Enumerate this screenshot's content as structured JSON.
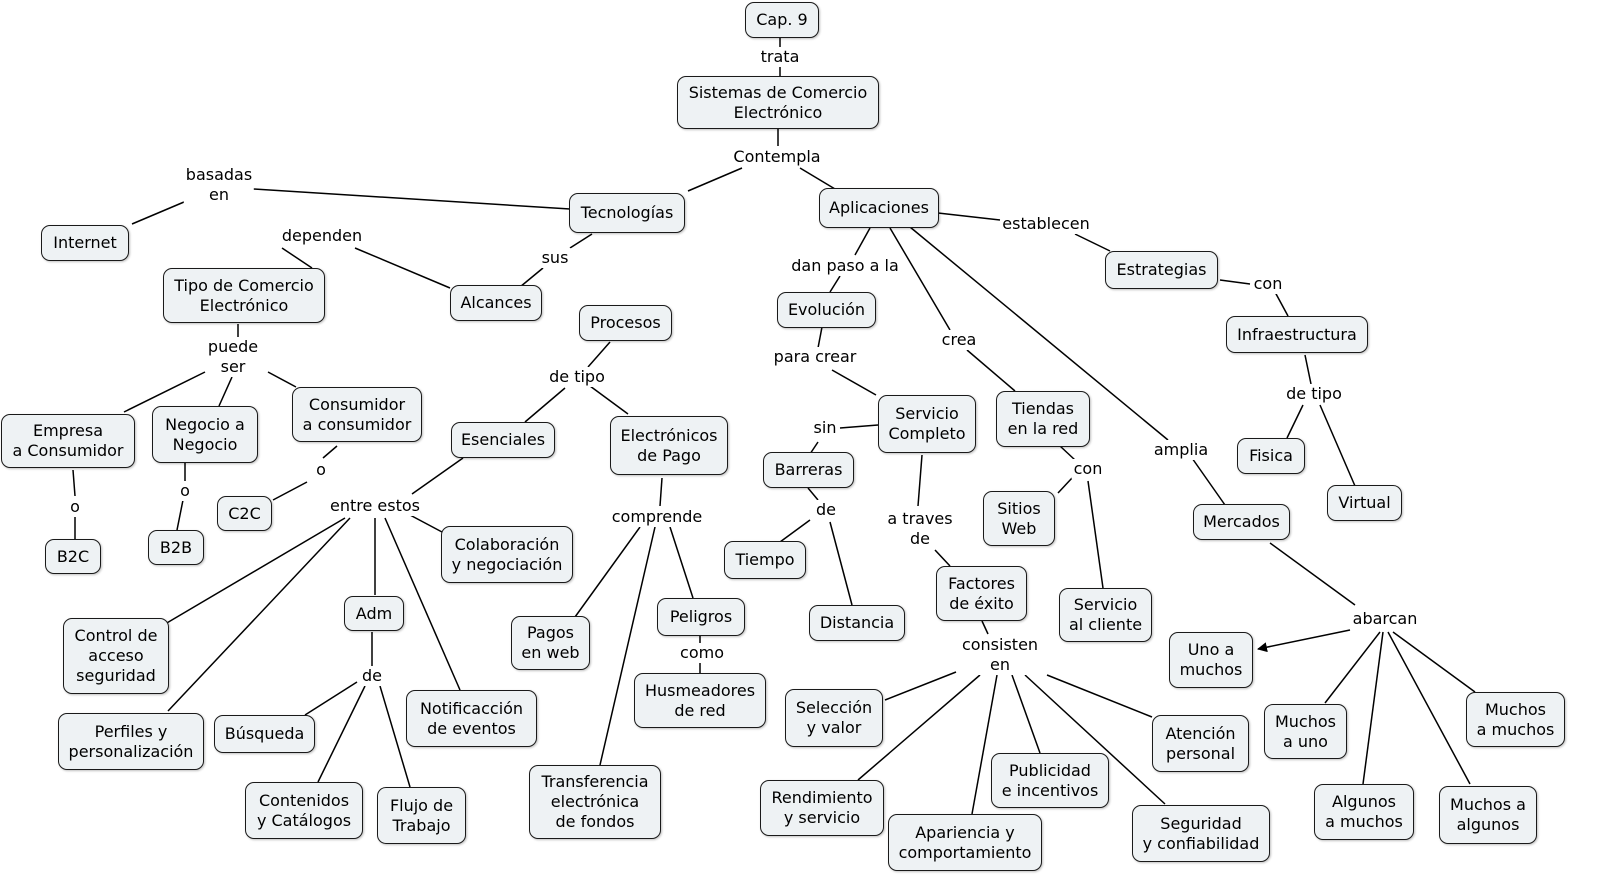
{
  "map": {
    "nodes": {
      "cap9": "Cap. 9",
      "sistemas": "Sistemas de Comercio\nElectrónico",
      "tecnologias": "Tecnologías",
      "aplicaciones": "Aplicaciones",
      "internet": "Internet",
      "tipo": "Tipo de Comercio\nElectrónico",
      "alcances": "Alcances",
      "procesos": "Procesos",
      "evolucion": "Evolución",
      "estrategias": "Estrategias",
      "infraestructura": "Infraestructura",
      "empresa": "Empresa\na Consumidor",
      "negocio": "Negocio a\nNegocio",
      "consumidor": "Consumidor\na consumidor",
      "c2c": "C2C",
      "b2c": "B2C",
      "b2b": "B2B",
      "esenciales": "Esenciales",
      "electronicos": "Electrónicos\nde Pago",
      "servicio_completo": "Servicio\nCompleto",
      "tiendas": "Tiendas\nen la red",
      "barreras": "Barreras",
      "fisica": "Fisica",
      "virtual": "Virtual",
      "sitios": "Sitios\nWeb",
      "mercados": "Mercados",
      "colaboracion": "Colaboración\ny negociación",
      "control": "Control de\nacceso\nseguridad",
      "adm": "Adm",
      "tiempo": "Tiempo",
      "distancia": "Distancia",
      "factores": "Factores\nde éxito",
      "servicio_cliente": "Servicio\nal cliente",
      "pagos_web": "Pagos\nen web",
      "peligros": "Peligros",
      "uno_muchos": "Uno a\nmuchos",
      "husmeadores": "Husmeadores\nde red",
      "perfiles": "Perfiles y\npersonalización",
      "busqueda": "Búsqueda",
      "notificaccion": "Notificacción\nde eventos",
      "seleccion": "Selección\ny valor",
      "atencion": "Atención\npersonal",
      "muchos_uno": "Muchos\na uno",
      "muchos_muchos": "Muchos\na muchos",
      "publicidad": "Publicidad\ne incentivos",
      "transferencia": "Transferencia\nelectrónica\nde fondos",
      "rendimiento": "Rendimiento\ny servicio",
      "contenidos": "Contenidos\ny Catálogos",
      "flujo": "Flujo de\nTrabajo",
      "algunos_muchos": "Algunos\na muchos",
      "muchos_algunos": "Muchos a\nalgunos",
      "seguridad": "Seguridad\ny confiabilidad",
      "apariencia": "Apariencia y\ncomportamiento"
    },
    "links": {
      "trata": "trata",
      "contempla": "Contempla",
      "basadas": "basadas\nen",
      "dependen": "dependen",
      "sus": "sus",
      "establecen": "establecen",
      "dan_paso": "dan paso a la",
      "con_estr": "con",
      "puede_ser": "puede\nser",
      "crea": "crea",
      "para_crear": "para crear",
      "de_tipo_proc": "de tipo",
      "de_tipo_infra": "de tipo",
      "amplia": "amplia",
      "sin": "sin",
      "con_tiendas": "con",
      "o_consumidor": "o",
      "o_negocio": "o",
      "o_empresa": "o",
      "entre_estos": "entre estos",
      "de_barreras": "de",
      "comprende": "comprende",
      "a_traves": "a traves\nde",
      "abarcan": "abarcan",
      "como": "como",
      "consisten": "consisten\nen",
      "de_adm": "de"
    }
  }
}
